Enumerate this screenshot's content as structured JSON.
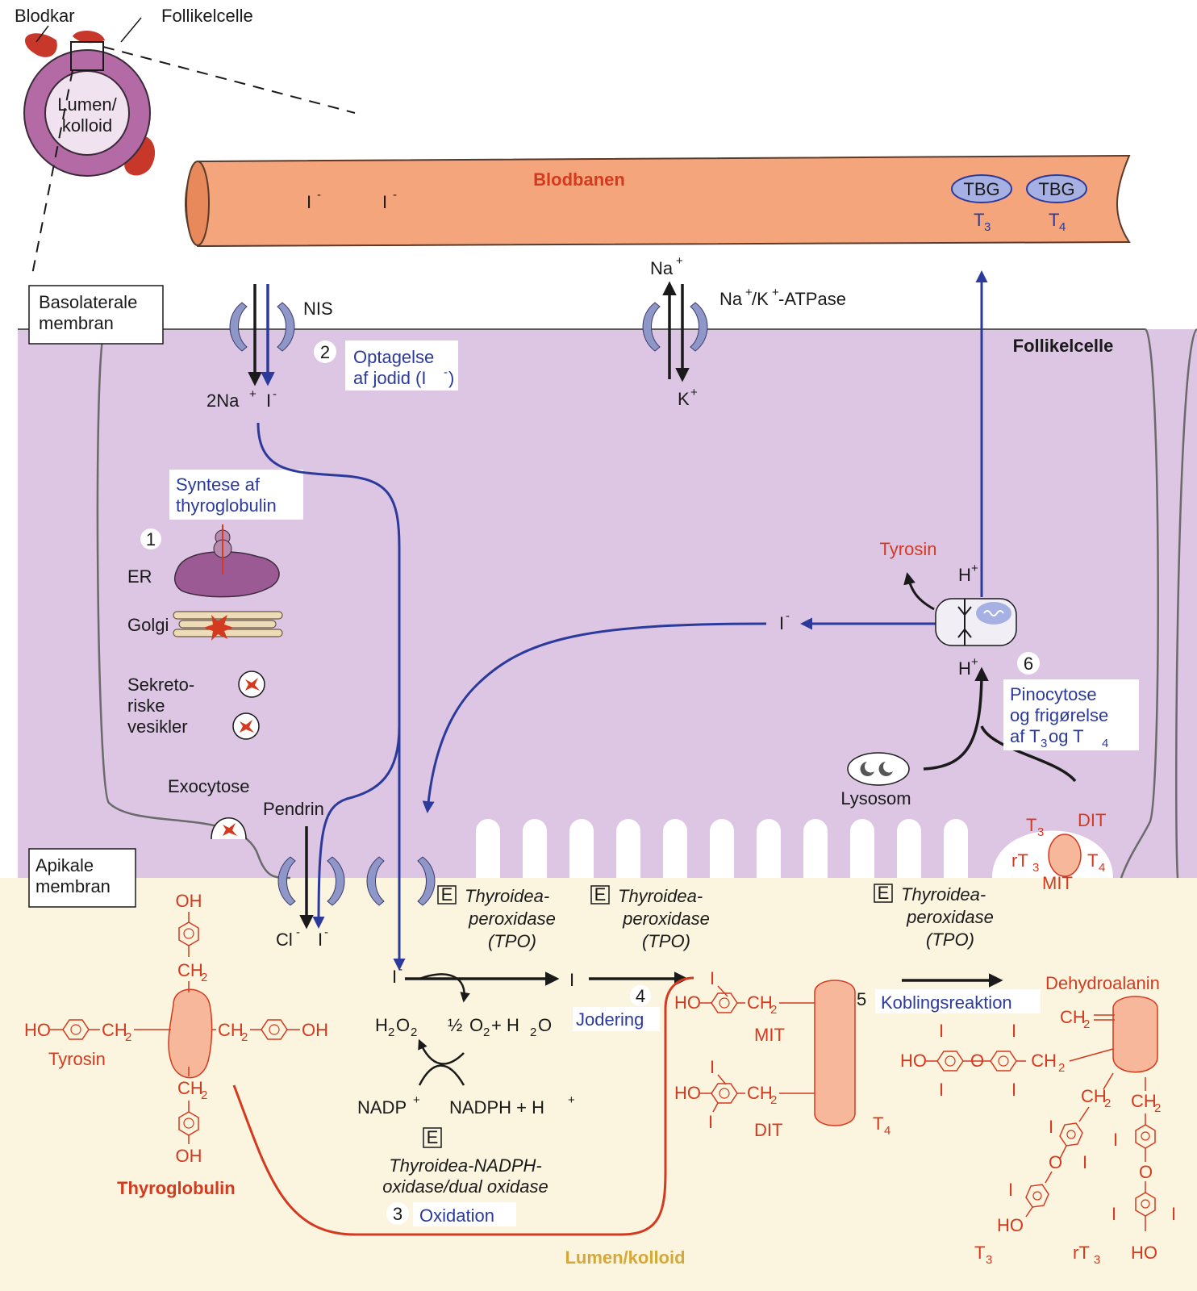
{
  "colors": {
    "cell": "#dcc6e4",
    "lumen": "#fbf4df",
    "vessel": "#f4a57c",
    "red": "#d33a1f",
    "blue": "#2b3a9b",
    "channel": "#8f97c8",
    "er": "#9b5a94",
    "golgi": "#eedcb8",
    "thyroglobulin": "#f7b79b"
  },
  "top": {
    "blodkar": "Blodkar",
    "follikelcelle": "Follikelcelle",
    "lumen_line1": "Lumen/",
    "lumen_line2": "kolloid"
  },
  "vessel": {
    "title": "Blodbanen",
    "ion": "I",
    "tbg": "TBG",
    "t3": "T",
    "t3_sub": "3",
    "t4": "T",
    "t4_sub": "4"
  },
  "labels": {
    "basolateral_line1": "Basolaterale",
    "basolateral_line2": "membran",
    "apical_line1": "Apikale",
    "apical_line2": "membran",
    "follikelcelle": "Follikelcelle",
    "lumen_kolloid": "Lumen/kolloid"
  },
  "transport": {
    "nis": "NIS",
    "two_na": "2Na",
    "i_minus": "I",
    "na": "Na",
    "k": "K",
    "atpase_na": "Na",
    "atpase_k": "/K",
    "atpase_tail": "-ATPase",
    "pendrin": "Pendrin",
    "cl": "Cl",
    "minus": "-",
    "plus": "+"
  },
  "steps": {
    "s1_num": "1",
    "s1_line1": "Syntese af",
    "s1_line2": "thyroglobulin",
    "s2_num": "2",
    "s2_line1": "Optagelse",
    "s2_line2a": "af jodid (I",
    "s2_line2b": ")",
    "s3_num": "3",
    "s3_label": "Oxidation",
    "s4_num": "4",
    "s4_label": "Jodering",
    "s5_num": "5",
    "s5_label": "Koblingsreaktion",
    "s6_num": "6",
    "s6_line1": "Pinocytose",
    "s6_line2": "og frigørelse",
    "s6_line3a": "af T",
    "s6_line3b": "3",
    "s6_line3c": " og T",
    "s6_line3d": "4"
  },
  "organelles": {
    "er": "ER",
    "golgi": "Golgi",
    "sek1": "Sekreto-",
    "sek2": "riske",
    "sek3": "vesikler",
    "exocytose": "Exocytose",
    "lysosom": "Lysosom",
    "tyrosin": "Tyrosin",
    "h_plus": "H"
  },
  "enzymes": {
    "e": "E",
    "tpo_line1": "Thyroidea-",
    "tpo_line2": "peroxidase",
    "tpo_line3": "(TPO)",
    "nadph_line1": "Thyroidea-NADPH-",
    "nadph_line2": "oxidase/dual oxidase"
  },
  "reactions": {
    "h2o2": "H",
    "h2o2_sub": "2",
    "h2o2_o": "O",
    "half": "½",
    "o2": "O",
    "plus_h2o": " + H",
    "h2o_o": "O",
    "nadp": "NADP",
    "nadph": "NADPH + H",
    "i": "I"
  },
  "chem": {
    "oh": "OH",
    "ho": "HO",
    "ch2": "CH",
    "ch2_sub": "2",
    "tyrosin": "Tyrosin",
    "thyroglobulin": "Thyroglobulin",
    "mit": "MIT",
    "dit": "DIT",
    "t4": "T",
    "t4_sub": "4",
    "t3": "T",
    "t3_sub": "3",
    "rt3": "rT",
    "rt3_sub": "3",
    "dehydroalanin": "Dehydroalanin",
    "o": "O",
    "i": "I"
  }
}
